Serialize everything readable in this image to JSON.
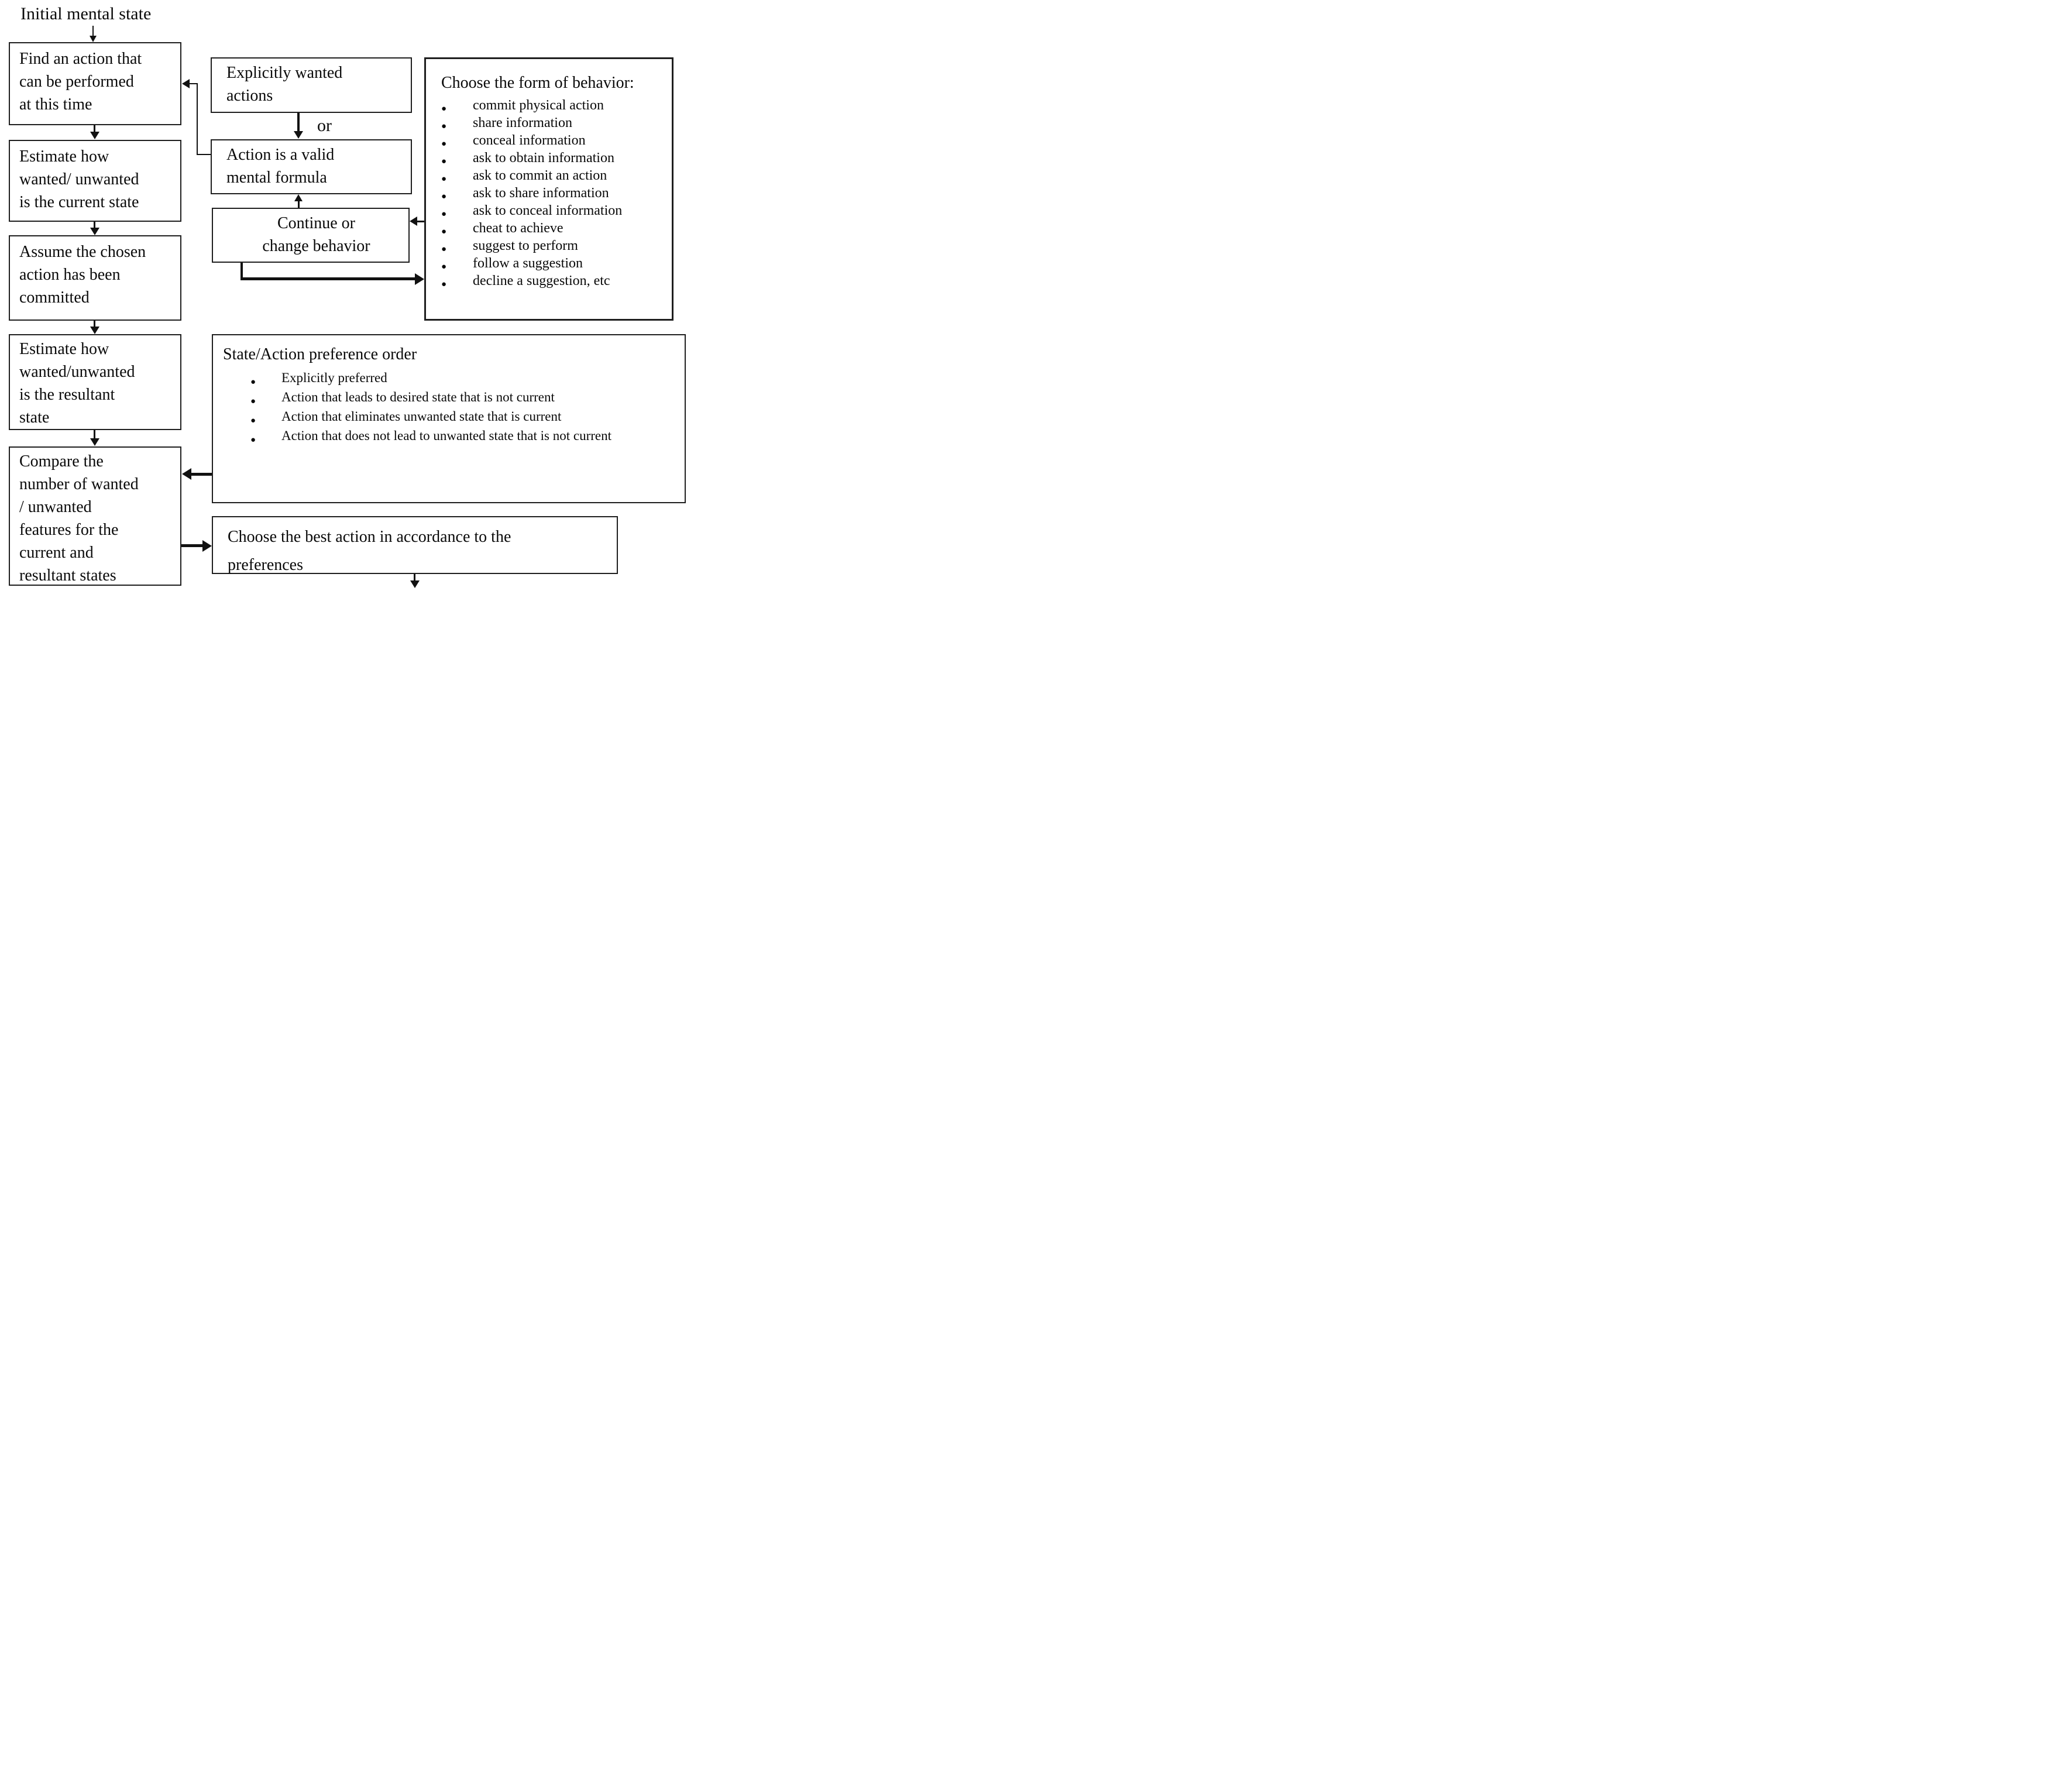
{
  "diagram": {
    "start_label": "Initial mental state",
    "or_label": "or",
    "left_flow": [
      {
        "label": "Find an action that\ncan be performed\nat this time"
      },
      {
        "label": "Estimate how\nwanted/ unwanted\nis the current state"
      },
      {
        "label": "Assume the chosen\naction has been\ncommitted"
      },
      {
        "label": "Estimate how\nwanted/unwanted\nis  the resultant\nstate"
      },
      {
        "label": "Compare the\nnumber of wanted\n/ unwanted\nfeatures for the\ncurrent and\nresultant states"
      }
    ],
    "middle": {
      "explicitly_box": "Explicitly wanted\nactions",
      "valid_formula_box": "Action is a valid\nmental formula",
      "continue_box": "Continue or\nchange behavior",
      "choose_best_box": "Choose the best action in accordance to the\npreferences"
    },
    "behavior_box": {
      "title": "Choose the form of behavior:",
      "items": [
        "commit physical action",
        "share information",
        "conceal information",
        "ask to obtain information",
        "ask to commit an action",
        "ask to share information",
        "ask to conceal information",
        "cheat to achieve",
        "suggest to perform",
        "follow a suggestion",
        "decline a suggestion, etc"
      ]
    },
    "preference_box": {
      "title": "State/Action preference order",
      "items": [
        "Explicitly preferred",
        "Action that leads to desired state that is not current",
        "Action that eliminates unwanted state that is current",
        "Action that does not lead to unwanted state that is not current"
      ]
    }
  }
}
